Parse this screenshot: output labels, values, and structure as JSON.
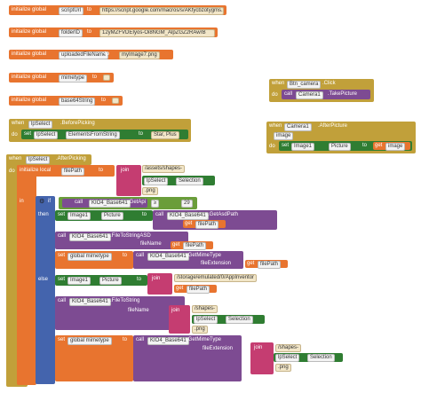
{
  "globals": [
    {
      "kw": "initialize global",
      "name": "scriptUrl",
      "to": "to",
      "value": "https://script.google.com/macros/s/AKfycbzotygms..."
    },
    {
      "kw": "initialize global",
      "name": "folderID",
      "to": "to",
      "value": "12yMZFVDEIyos-Oi8NGM_AlpZGZ2RAwrB"
    },
    {
      "kw": "initialize global",
      "name": "uploadedFileName",
      "to": "to",
      "value": "myImage7.png"
    },
    {
      "kw": "initialize global",
      "name": "mimetype",
      "to": "to",
      "value": ""
    },
    {
      "kw": "initialize global",
      "name": "base64String",
      "to": "to",
      "value": ""
    }
  ],
  "btn_click": {
    "when": "when",
    "component": "Btn_camera",
    "event": ".Click",
    "do": "do",
    "call": "call",
    "target": "Camera1",
    "method": ".TakePicture"
  },
  "camera_after": {
    "when": "when",
    "component": "Camera1",
    "event": ".AfterPicture",
    "param": "image",
    "do": "do",
    "set": "set",
    "target": "Image1",
    "prop": "Picture",
    "to": "to",
    "get": "get",
    "getvar": "image"
  },
  "before_picking": {
    "when": "when",
    "component": "lpSelect",
    "event": ".BeforePicking",
    "do": "do",
    "set": "set",
    "target": "lpSelect",
    "prop": "ElementsFromString",
    "to": "to",
    "value": "Star, Plus"
  },
  "after_picking": {
    "when": "when",
    "component": "lpSelect",
    "event": ".AfterPicking",
    "do": "do",
    "init_local": "initialize local",
    "local_name": "filePath",
    "to": "to",
    "join": "join",
    "join_parts": [
      "/assets/shapes-",
      "lpSelect",
      "Selection",
      ".png"
    ],
    "in": "in",
    "if": "if",
    "then": "then",
    "else": "else",
    "call": "call",
    "kio": "KIO4_Base641",
    "get_api": ".GetApi",
    "gte": "≥",
    "api_level": "29",
    "set": "set",
    "image1": "Image1",
    "picture": "Picture",
    "get_asd_path": ".GetAsdPath",
    "get": "get",
    "file_path": "filePath",
    "file_to_string_asd": ".FileToStringASD",
    "file_name_label": "fileName",
    "global_mimetype": "global mimetype",
    "get_mime_type": ".GetMimeType",
    "file_ext_label": "fileExtension",
    "storage_prefix": "/storage/emulated/0/AppInventor",
    "file_to_string": ".FileToString",
    "shapes_prefix": "/shapes-",
    "selection": "Selection",
    "png": ".png",
    "lpSelect": "lpSelect"
  },
  "colors": {
    "orange": "#e8742f",
    "brown": "#b38b35",
    "purple": "#7d4b92",
    "pink": "#c53d71",
    "green": "#2f7d32"
  }
}
